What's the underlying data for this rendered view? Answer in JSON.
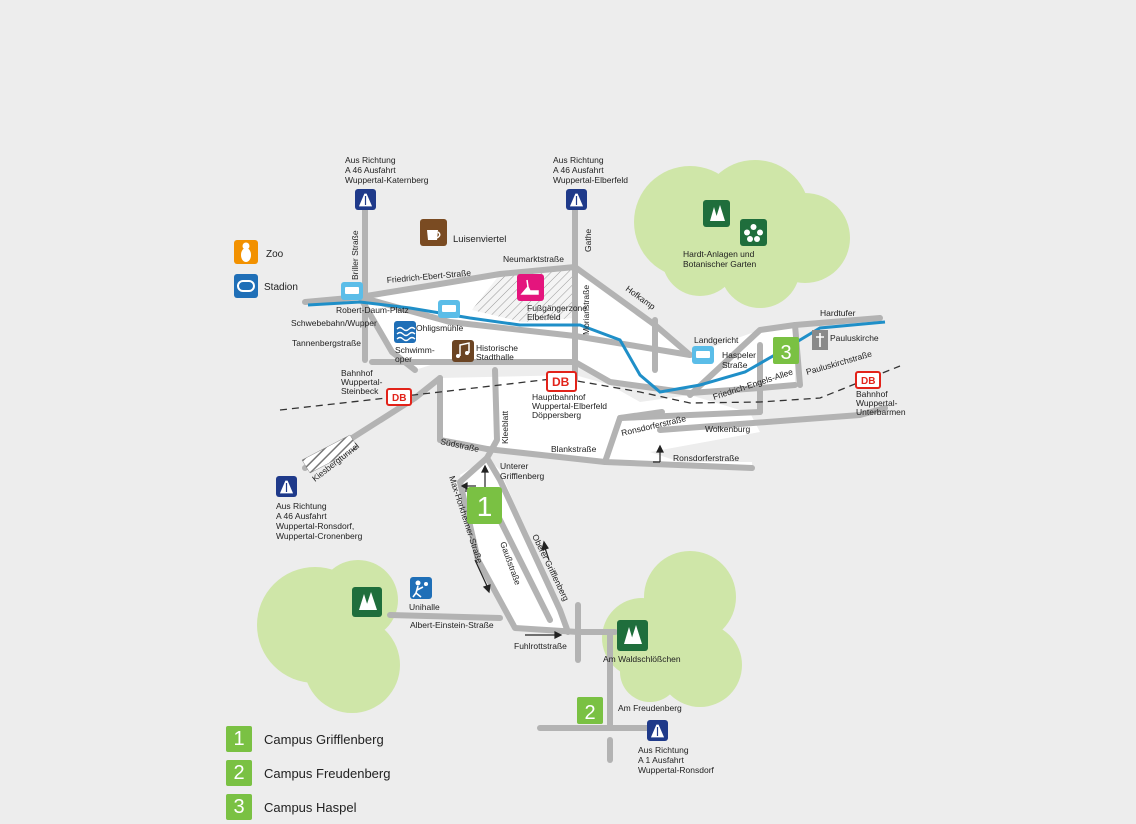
{
  "map": {
    "roads": {
      "briller_strasse": "Briller Straße",
      "friedrich_ebert_strasse": "Friedrich-Ebert-Straße",
      "neumarktstrasse": "Neumarktstraße",
      "gathe": "Gathe",
      "hofkamp": "Hofkamp",
      "morianstrasse": "Morianstraße",
      "robert_daum_platz": "Robert-Daum-Platz",
      "schwebebahn_wupper": "Schwebebahn/Wupper",
      "tannenbergstrasse": "Tannenbergstraße",
      "hardtufer": "Hardtufer",
      "pauluskirchstrasse": "Pauluskirchstraße",
      "friedrich_engels_allee": "Friedrich-Engels-Allee",
      "ronsdorferstrasse_1": "Ronsdorferstraße",
      "ronsdorferstrasse_2": "Ronsdorferstraße",
      "wolkenburg": "Wolkenburg",
      "suedstrasse": "Südstraße",
      "kleeblatt": "Kleeblatt",
      "blankstrasse": "Blankstraße",
      "kiesbergtunnel": "Kiesbergtunnel",
      "max_horkheimer_strasse": "Max-Horkheimer-Straße",
      "gaussstrasse": "Gaußstraße",
      "oberer_grifflenberg": "Oberer Grifflenberg",
      "albert_einstein_strasse": "Albert-Einstein-Straße",
      "fuhlrottstrasse": "Fuhlrottstraße",
      "am_freudenberg": "Am Freudenberg",
      "am_waldschloesschen": "Am Waldschlößchen"
    },
    "places": {
      "zoo": "Zoo",
      "stadion": "Stadion",
      "luisenviertel": "Luisenviertel",
      "fussgaengerzone": [
        "Fußgängerzone",
        "Elberfeld"
      ],
      "ohligsmuehle": "Ohligsmühle",
      "schwimmoper": [
        "Schwimm-",
        "oper"
      ],
      "historische_stadthalle": [
        "Historische",
        "Stadthalle"
      ],
      "landgericht": "Landgericht",
      "haspeler_strasse": [
        "Haspeler",
        "Straße"
      ],
      "pauluskirche": "Pauluskirche",
      "hardt_anlagen": [
        "Hardt-Anlagen und",
        "Botanischer Garten"
      ],
      "unterer_grifflenberg": [
        "Unterer",
        "Grifflenberg"
      ],
      "unihalle": "Unihalle"
    },
    "stations": {
      "steinbeck": [
        "Bahnhof",
        "Wuppertal-",
        "Steinbeck"
      ],
      "hauptbahnhof": [
        "Hauptbahnhof",
        "Wuppertal-Elberfeld",
        "Döppersberg"
      ],
      "unterbarmen": [
        "Bahnhof",
        "Wuppertal-",
        "Unterbarmen"
      ],
      "db_label": "DB"
    },
    "directions": {
      "katernberg": [
        "Aus Richtung",
        "A 46 Ausfahrt",
        "Wuppertal-Katernberg"
      ],
      "elberfeld": [
        "Aus Richtung",
        "A 46 Ausfahrt",
        "Wuppertal-Elberfeld"
      ],
      "ronsdorf_cronenberg": [
        "Aus Richtung",
        "A 46 Ausfahrt",
        "Wuppertal-Ronsdorf,",
        "Wuppertal-Cronenberg"
      ],
      "ronsdorf_a1": [
        "Aus Richtung",
        "A 1 Ausfahrt",
        "Wuppertal-Ronsdorf"
      ]
    },
    "campus_markers": {
      "grifflenberg": "1",
      "freudenberg": "2",
      "haspel": "3"
    },
    "icons": [
      "zoo-icon",
      "stadium-icon",
      "coffee-icon",
      "shoe-icon",
      "swimming-icon",
      "music-icon",
      "suspension-railway-icon",
      "motorway-icon",
      "forest-icon",
      "flower-icon",
      "church-icon",
      "sports-hall-icon",
      "db-station-icon"
    ],
    "colors": {
      "background": "#ededed",
      "road": "#b3b3b3",
      "river": "#1f8fc8",
      "park": "#cfe6a8",
      "campus": "#7ac143",
      "forest_icon": "#1f6e3c",
      "motorway_icon": "#1f3a8a",
      "db_red": "#e2231a",
      "railway": "#333333"
    }
  },
  "legend": {
    "items": [
      {
        "number": "1",
        "label": "Campus Grifflenberg"
      },
      {
        "number": "2",
        "label": "Campus Freudenberg"
      },
      {
        "number": "3",
        "label": "Campus Haspel"
      }
    ]
  }
}
